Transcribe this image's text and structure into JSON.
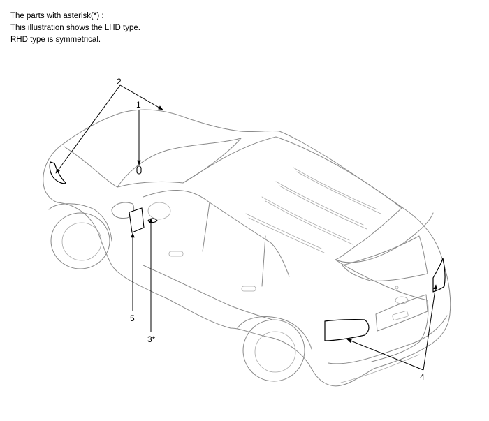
{
  "notes": [
    "The parts with asterisk(*) :",
    "This illustration shows the LHD type.",
    "RHD type is symmetrical."
  ],
  "callouts": {
    "c1": "1",
    "c2": "2",
    "c3": "3*",
    "c4": "4",
    "c5": "5"
  }
}
